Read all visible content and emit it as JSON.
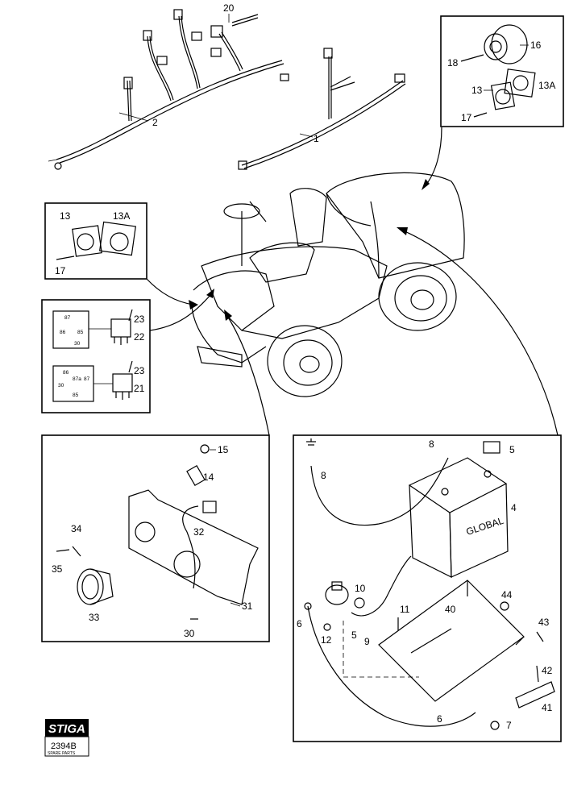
{
  "callouts": {
    "c1": "1",
    "c2": "2",
    "c20": "20",
    "c16": "16",
    "c18": "18",
    "c13": "13",
    "c13A": "13A",
    "c17": "17",
    "l13": "13",
    "l13A": "13A",
    "l17": "17",
    "c22": "22",
    "c23a": "23",
    "c23b": "23",
    "c21": "21",
    "c15": "15",
    "c14": "14",
    "c34": "34",
    "c35": "35",
    "c32": "32",
    "c33": "33",
    "c31": "31",
    "c30": "30",
    "c8a": "8",
    "c5a": "5",
    "c8b": "8",
    "c4": "4",
    "c10": "10",
    "c11": "11",
    "c40": "40",
    "c44": "44",
    "c6a": "6",
    "c12": "12",
    "c5b": "5",
    "c9": "9",
    "c43": "43",
    "c42": "42",
    "c41": "41",
    "c6b": "6",
    "c7": "7"
  },
  "relay22": {
    "p87": "87",
    "p86": "86",
    "p85": "85",
    "p30": "30"
  },
  "relay21": {
    "p86": "86",
    "p87a": "87a",
    "p87": "87",
    "p30": "30",
    "p85": "85"
  },
  "battery_brand": "GLOBAL",
  "logo": {
    "brand": "STIGA",
    "code": "2394B",
    "caption": "SPARE PARTS"
  }
}
